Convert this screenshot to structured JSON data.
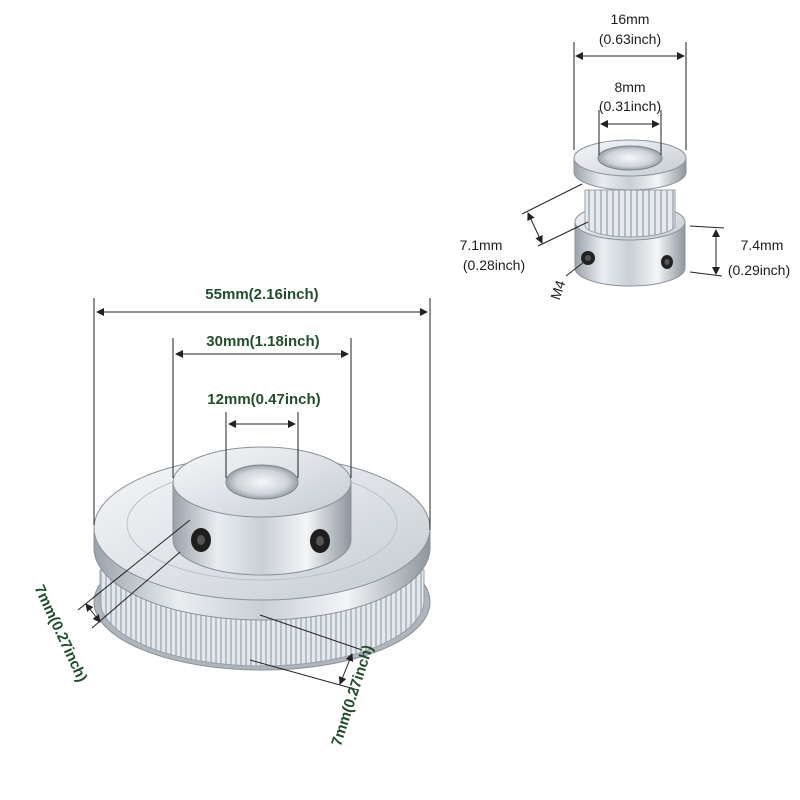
{
  "small_pulley": {
    "outer_diameter": "16mm",
    "outer_diameter_in": "(0.63inch)",
    "bore": "8mm",
    "bore_in": "(0.31inch)",
    "belt_width": "7.1mm",
    "belt_width_in": "(0.28inch)",
    "hub_height": "7.4mm",
    "hub_height_in": "(0.29inch)",
    "set_screw": "M4"
  },
  "large_pulley": {
    "outer_diameter": "55mm(2.16inch)",
    "hub_diameter": "30mm(1.18inch)",
    "bore": "12mm(0.47inch)",
    "hub_height": "7mm(0.27inch)",
    "belt_width": "7mm(0.27inch)"
  },
  "colors": {
    "dimension_text_small": "#1c1c1c",
    "dimension_text_large": "#1f4f2a",
    "aluminum": "#d6dbe0"
  }
}
